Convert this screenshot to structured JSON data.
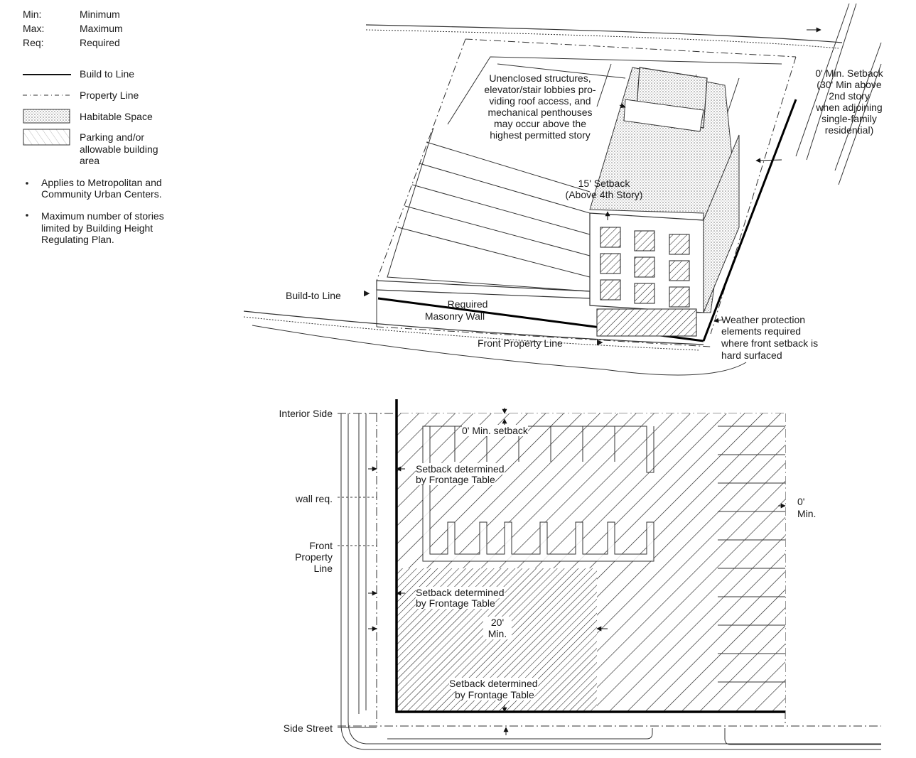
{
  "legend": {
    "abbreviations": [
      {
        "abbr": "Min:",
        "meaning": "Minimum"
      },
      {
        "abbr": "Max:",
        "meaning": "Maximum"
      },
      {
        "abbr": "Req:",
        "meaning": "Required"
      }
    ],
    "keys": [
      {
        "label": "Build to Line"
      },
      {
        "label": "Property Line"
      },
      {
        "label": "Habitable Space"
      },
      {
        "label_1": "Parking and/or",
        "label_2": "allowable building",
        "label_3": "area"
      }
    ],
    "notes": [
      {
        "line_1": "Applies to Metropolitan and",
        "line_2": "Community Urban Centers."
      },
      {
        "line_1": "Maximum number of stories",
        "line_2": "limited by Building Height",
        "line_3": "Regulating Plan."
      }
    ]
  },
  "axon": {
    "unenclosed": [
      "Unenclosed structures,",
      "elevator/stair lobbies pro-",
      "viding roof access, and",
      "mechanical penthouses",
      "may occur above the",
      "highest permitted story"
    ],
    "rear_setback": [
      "0' Min. Setback",
      "(30' Min above",
      "2nd story",
      "when adjoining",
      "single-family",
      "residential)"
    ],
    "upper_setback": [
      "15' Setback",
      "(Above 4th Story)"
    ],
    "build_to_line": "Build-to Line",
    "masonry_wall": [
      "Required",
      "Masonry Wall"
    ],
    "front_property_line": "Front Property Line",
    "weather": [
      "Weather protection",
      "elements required",
      "where front setback is",
      "hard surfaced"
    ]
  },
  "plan": {
    "interior_side": "Interior Side",
    "wall_req": "wall req.",
    "front_property_line": [
      "Front",
      "Property",
      "Line"
    ],
    "side_street": "Side Street",
    "min_setback_top": "0' Min. setback",
    "setback_frontage_1": [
      "Setback determined",
      "by Frontage Table"
    ],
    "setback_frontage_2": [
      "Setback determined",
      "by Frontage Table"
    ],
    "setback_frontage_3": [
      "Setback determined",
      "by Frontage Table"
    ],
    "min_right": [
      "0'",
      "Min."
    ],
    "twenty_min": [
      "20'",
      "Min."
    ]
  }
}
